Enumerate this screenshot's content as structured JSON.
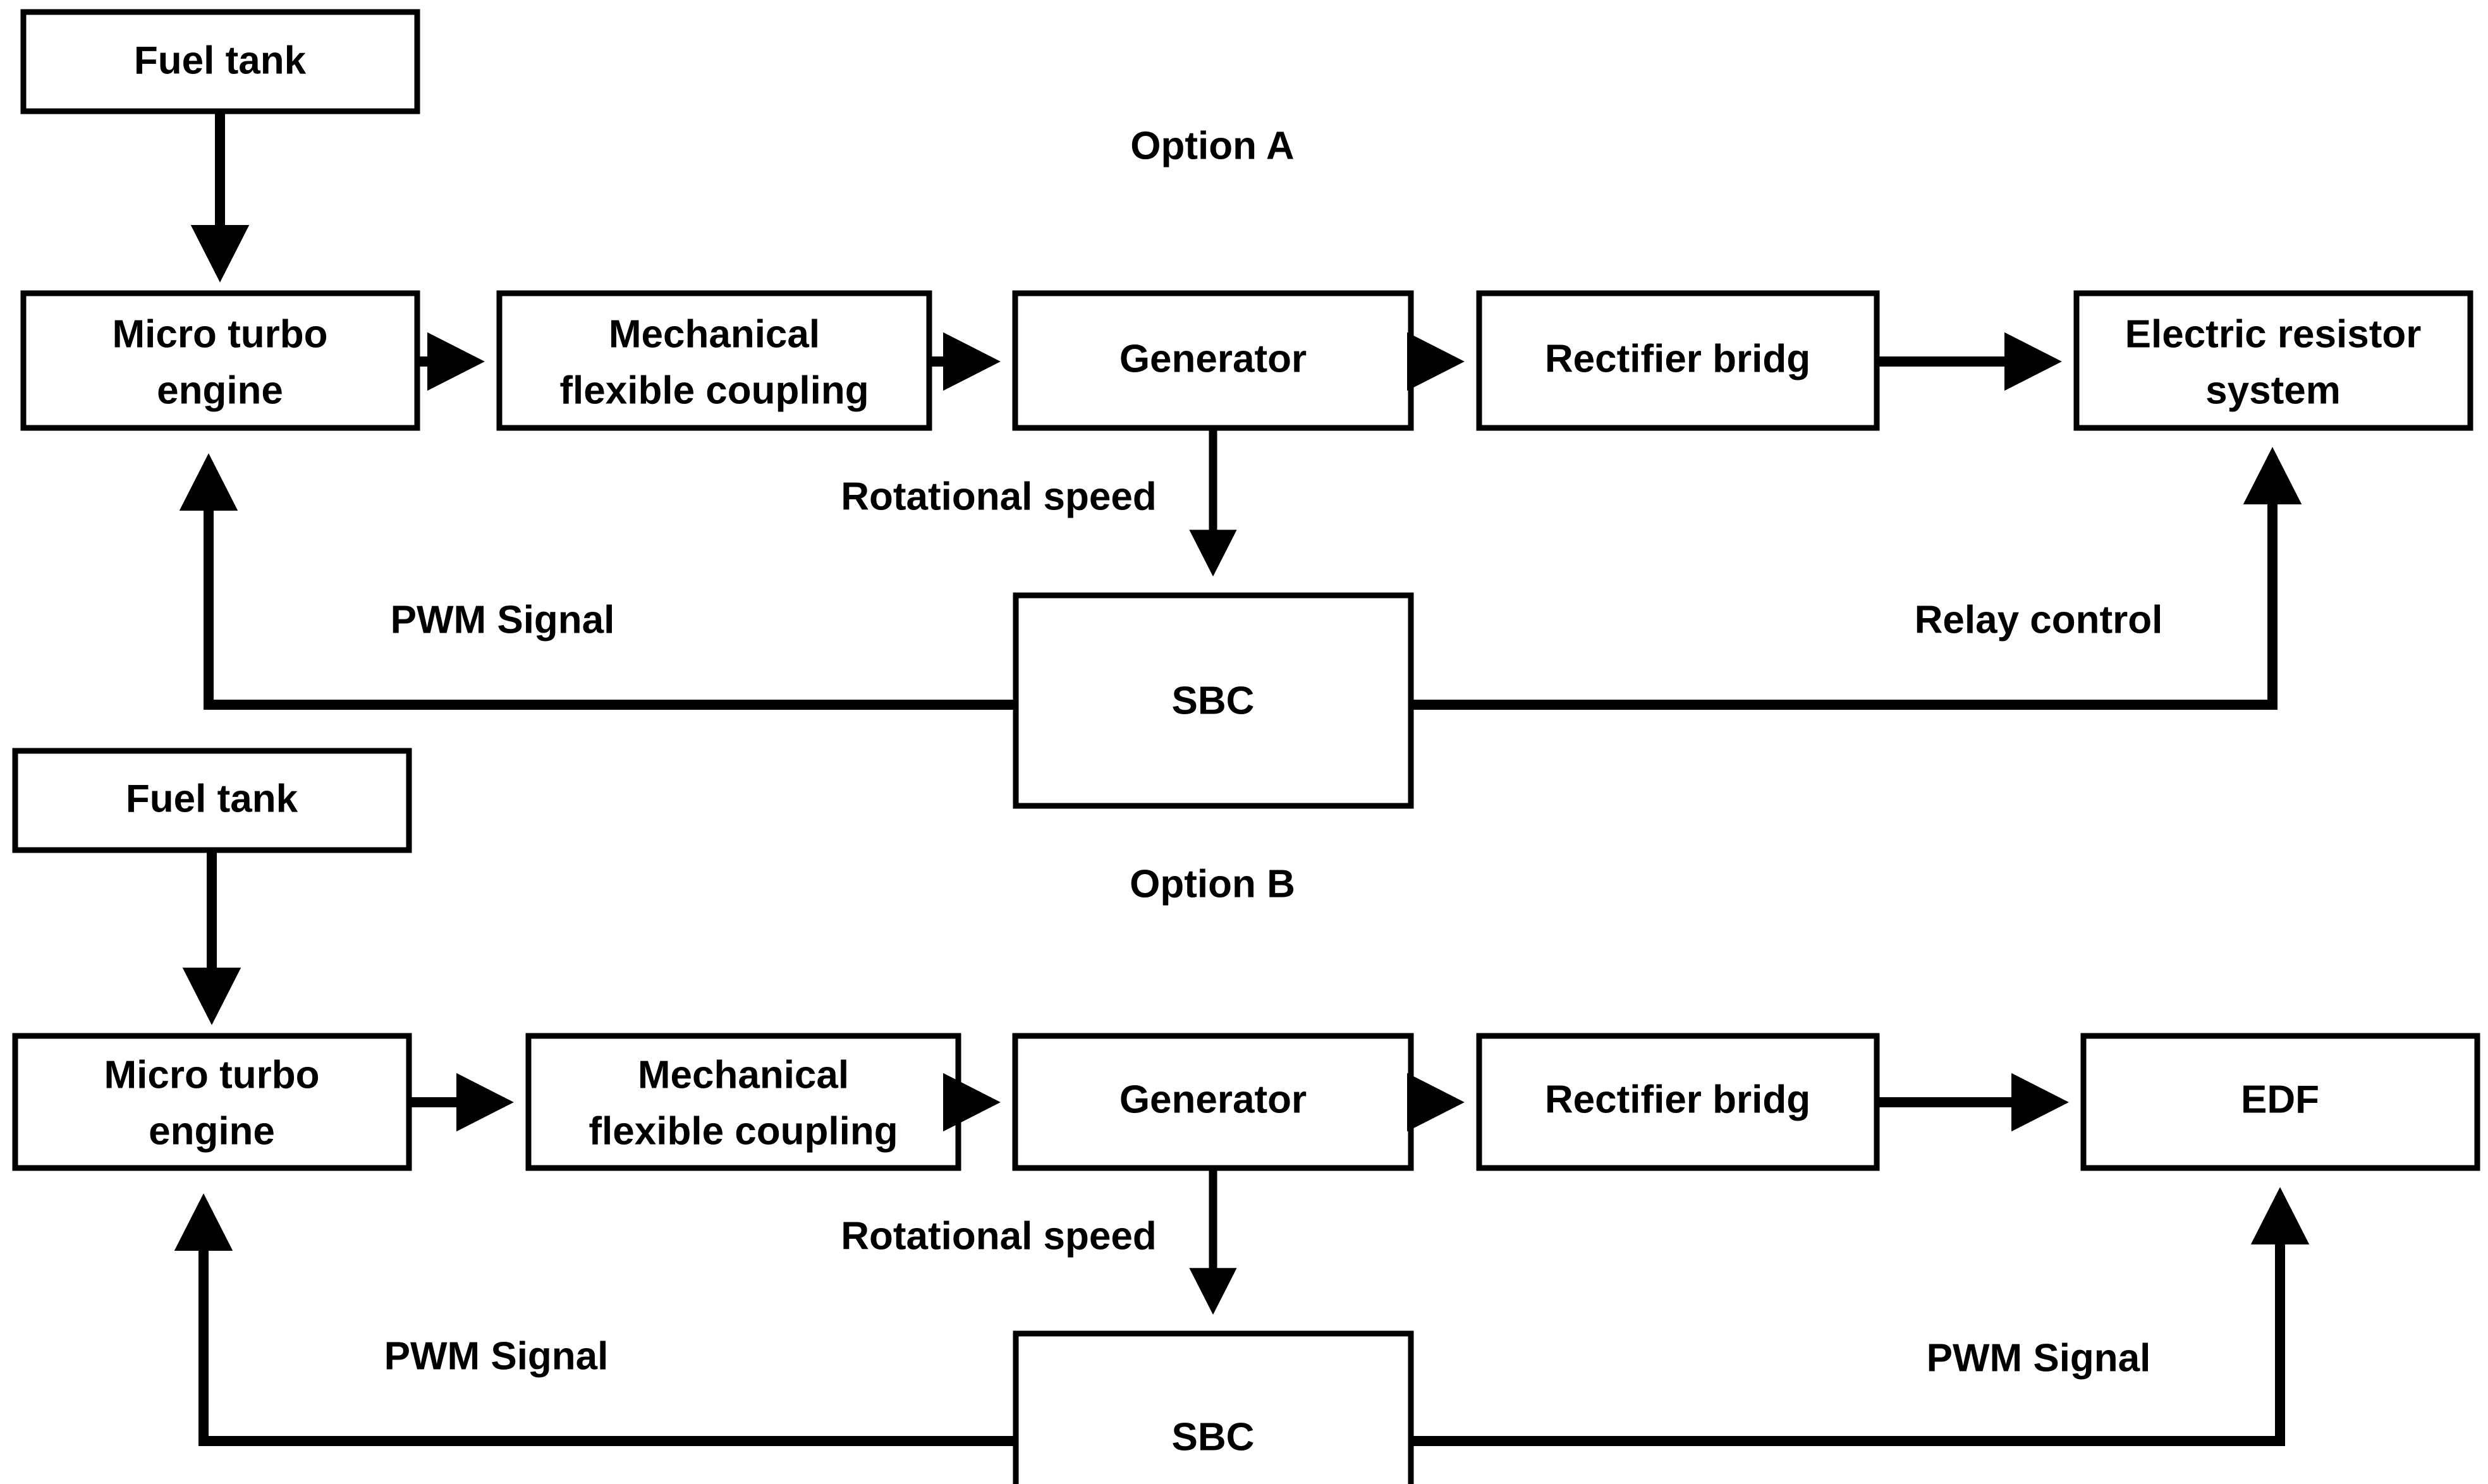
{
  "diagram": {
    "title_a": "Option A",
    "title_b": "Option B",
    "options": [
      {
        "id": "option-a",
        "label": "Option A",
        "boxes": [
          {
            "id": "fuel-tank",
            "lines": [
              "Fuel tank"
            ]
          },
          {
            "id": "micro-turbo-engine",
            "lines": [
              "Micro turbo",
              "engine"
            ]
          },
          {
            "id": "mechanical-flexible-coupling",
            "lines": [
              "Mechanical",
              "flexible coupling"
            ]
          },
          {
            "id": "generator",
            "lines": [
              "Generator"
            ]
          },
          {
            "id": "rectifier-bridg",
            "lines": [
              "Rectifier bridg"
            ]
          },
          {
            "id": "electric-resistor-system",
            "lines": [
              "Electric resistor",
              "system"
            ]
          },
          {
            "id": "sbc",
            "lines": [
              "SBC"
            ]
          }
        ],
        "edge_labels": {
          "rotational_speed": "Rotational speed",
          "pwm_signal": "PWM Signal",
          "relay_control": "Relay control"
        }
      },
      {
        "id": "option-b",
        "label": "Option B",
        "boxes": [
          {
            "id": "fuel-tank",
            "lines": [
              "Fuel tank"
            ]
          },
          {
            "id": "micro-turbo-engine",
            "lines": [
              "Micro turbo",
              "engine"
            ]
          },
          {
            "id": "mechanical-flexible-coupling",
            "lines": [
              "Mechanical",
              "flexible coupling"
            ]
          },
          {
            "id": "generator",
            "lines": [
              "Generator"
            ]
          },
          {
            "id": "rectifier-bridg",
            "lines": [
              "Rectifier bridg"
            ]
          },
          {
            "id": "edf",
            "lines": [
              "EDF"
            ]
          },
          {
            "id": "sbc",
            "lines": [
              "SBC"
            ]
          }
        ],
        "edge_labels": {
          "rotational_speed": "Rotational speed",
          "pwm_signal_left": "PWM Signal",
          "pwm_signal_right": "PWM Signal"
        }
      }
    ],
    "colors": {
      "stroke": "#000000",
      "fill": "#ffffff",
      "background": "#ffffff"
    }
  },
  "a": {
    "fuel_tank": "Fuel tank",
    "micro_turbo_1": "Micro turbo",
    "micro_turbo_2": "engine",
    "mech_1": "Mechanical",
    "mech_2": "flexible coupling",
    "generator": "Generator",
    "rectifier": "Rectifier bridg",
    "resistor_1": "Electric resistor",
    "resistor_2": "system",
    "sbc": "SBC",
    "rotational_speed": "Rotational speed",
    "pwm_signal": "PWM Signal",
    "relay_control": "Relay control",
    "option": "Option A"
  },
  "b": {
    "fuel_tank": "Fuel tank",
    "micro_turbo_1": "Micro turbo",
    "micro_turbo_2": "engine",
    "mech_1": "Mechanical",
    "mech_2": "flexible coupling",
    "generator": "Generator",
    "rectifier": "Rectifier bridg",
    "edf": "EDF",
    "sbc": "SBC",
    "rotational_speed": "Rotational speed",
    "pwm_signal_left": "PWM Signal",
    "pwm_signal_right": "PWM Signal",
    "option": "Option B"
  }
}
